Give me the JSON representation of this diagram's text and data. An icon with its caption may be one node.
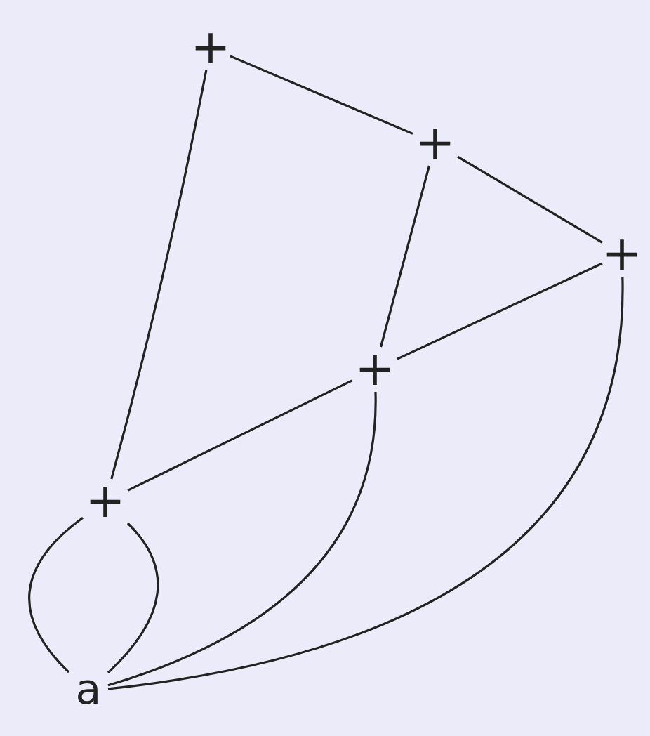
{
  "diagram": {
    "nodes": [
      {
        "text": [
          "+"
        ]
      },
      {
        "text": [
          "+"
        ]
      },
      {
        "text": [
          "+"
        ]
      },
      {
        "text": [
          "+"
        ]
      },
      {
        "text": [
          "+"
        ]
      },
      {
        "text": [
          "a"
        ]
      }
    ],
    "edges": [
      {
        "from": 0,
        "to": 1,
        "arrow": "none"
      },
      {
        "from": 0,
        "to": 4,
        "arrow": "none"
      },
      {
        "from": 1,
        "to": 3,
        "arrow": "none"
      },
      {
        "from": 1,
        "to": 2,
        "arrow": "none"
      },
      {
        "from": 2,
        "to": 3,
        "arrow": "none"
      },
      {
        "from": 3,
        "to": 4,
        "arrow": "none"
      },
      {
        "from": 4,
        "to": 5,
        "arrow": "none"
      },
      {
        "from": 4,
        "to": 5,
        "arrow": "none"
      },
      {
        "from": 3,
        "to": 5,
        "arrow": "none"
      },
      {
        "from": 2,
        "to": 5,
        "arrow": "none"
      }
    ]
  }
}
